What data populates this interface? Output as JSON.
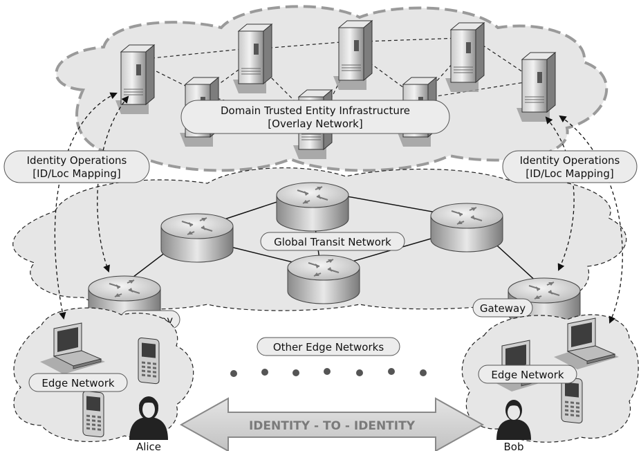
{
  "overlay": {
    "title": "Domain Trusted Entity Infrastructure",
    "subtitle": "[Overlay Network]"
  },
  "identity_ops_left": {
    "line1": "Identity Operations",
    "line2": "[ID/Loc Mapping]"
  },
  "identity_ops_right": {
    "line1": "Identity Operations",
    "line2": "[ID/Loc Mapping]"
  },
  "transit": {
    "label": "Global Transit Network"
  },
  "gateway_left": {
    "label": "Gateway"
  },
  "gateway_right": {
    "label": "Gateway"
  },
  "edge_left": {
    "label": "Edge Network",
    "user": "Alice"
  },
  "edge_right": {
    "label": "Edge Network",
    "user": "Bob"
  },
  "other_edges": {
    "label": "Other Edge Networks"
  },
  "identity_arrow": {
    "label": "IDENTITY - TO - IDENTITY"
  },
  "icons": [
    "server-icon",
    "router-icon",
    "laptop-icon",
    "mobile-phone-icon",
    "person-icon"
  ],
  "colors": {
    "cloud_fill": "#e6e6e6",
    "cloud_stroke": "#9a9a9a",
    "label_fill": "#ececec",
    "arrow_fill": "#d4d4d4"
  }
}
